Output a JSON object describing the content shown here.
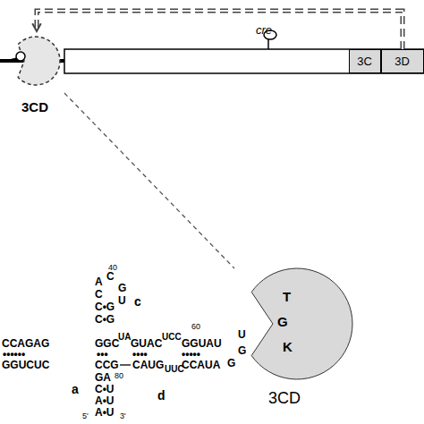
{
  "diagram": {
    "nodes": [
      {
        "text": [
          "3CD"
        ]
      },
      {
        "text": [
          "3C"
        ]
      },
      {
        "text": [
          "3D"
        ]
      },
      {
        "text": [
          "T",
          "G",
          "K",
          "3CD"
        ]
      }
    ],
    "edges": [
      {
        "from": 2,
        "to": 0,
        "arrow": "to"
      }
    ],
    "labels": [
      "cre",
      "40",
      "A",
      "C",
      "C",
      "G",
      "U",
      "C•G",
      "C•G",
      "c",
      "CCAGAG",
      "••••••",
      "GGUCUC",
      "GGC",
      "UA",
      "GUAC",
      "UCC",
      "60",
      "GGUAU",
      "U",
      "G",
      "•••",
      "••••",
      "•••••",
      "CCG",
      "CAUG",
      "UUC",
      "CCAUA",
      "G",
      "80",
      "GA",
      "C•U",
      "A•U",
      "A•U",
      "5'",
      "3'",
      "a",
      "d"
    ]
  }
}
